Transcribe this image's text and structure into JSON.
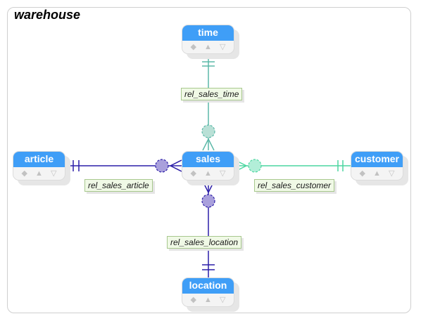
{
  "diagram": {
    "title": "warehouse"
  },
  "entities": [
    {
      "id": "time",
      "label": "time"
    },
    {
      "id": "article",
      "label": "article"
    },
    {
      "id": "sales",
      "label": "sales"
    },
    {
      "id": "customer",
      "label": "customer"
    },
    {
      "id": "location",
      "label": "location"
    }
  ],
  "entity_icons": {
    "left": "◆",
    "middle": "▲",
    "right": "▽"
  },
  "relationships": [
    {
      "id": "time",
      "label": "rel_sales_time",
      "color": "#5bb8a8"
    },
    {
      "id": "article",
      "label": "rel_sales_article",
      "color": "#2c1ea8"
    },
    {
      "id": "customer",
      "label": "rel_sales_customer",
      "color": "#4cd6a0"
    },
    {
      "id": "location",
      "label": "rel_sales_location",
      "color": "#2c1ea8"
    }
  ]
}
